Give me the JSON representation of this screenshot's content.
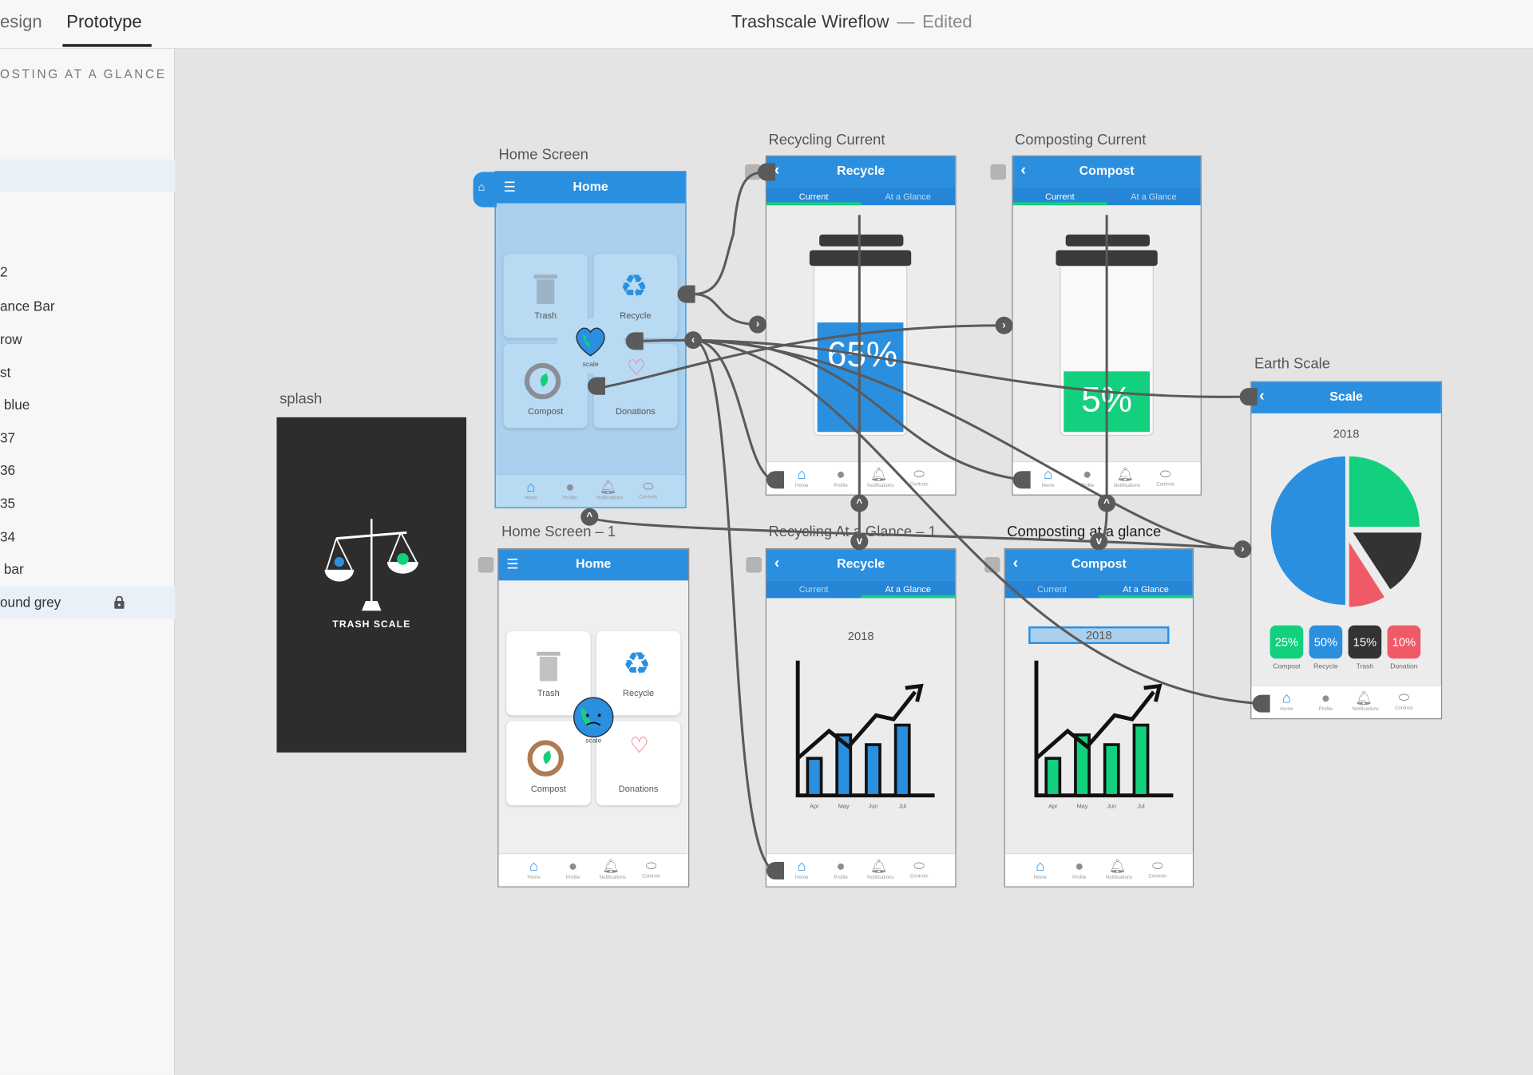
{
  "app": {
    "tabs": [
      {
        "label": "esign"
      },
      {
        "label": "Prototype"
      }
    ],
    "document_title": "Trashscale Wireflow",
    "separator": "—",
    "status": "Edited"
  },
  "sidebar": {
    "heading": "OSTING AT A GLANCE",
    "layers": [
      {
        "label": "2"
      },
      {
        "label": "ance Bar"
      },
      {
        "label": "row"
      },
      {
        "label": "st"
      },
      {
        "label": "blue"
      },
      {
        "label": "37"
      },
      {
        "label": "36"
      },
      {
        "label": "35"
      },
      {
        "label": "34"
      },
      {
        "label": "bar"
      },
      {
        "label": "ound grey"
      }
    ]
  },
  "artboards": {
    "splash": {
      "label": "splash",
      "brand": "TRASH SCALE"
    },
    "home": {
      "label": "Home Screen",
      "title": "Home",
      "tiles": {
        "trash": "Trash",
        "recycle": "Recycle",
        "scale": "scale",
        "compost": "Compost",
        "donations": "Donations"
      }
    },
    "home1": {
      "label": "Home Screen – 1",
      "title": "Home",
      "tiles": {
        "trash": "Trash",
        "recycle": "Recycle",
        "scale": "scale",
        "compost": "Compost",
        "donations": "Donations"
      }
    },
    "recycling_current": {
      "label": "Recycling Current",
      "title": "Recycle",
      "tab_current": "Current",
      "tab_glance": "At a Glance",
      "fill_percent": "65%"
    },
    "composting_current": {
      "label": "Composting Current",
      "title": "Compost",
      "tab_current": "Current",
      "tab_glance": "At a Glance",
      "fill_percent": "5%"
    },
    "recycling_glance": {
      "label": "Recycling At a Glance – 1",
      "title": "Recycle",
      "tab_current": "Current",
      "tab_glance": "At a Glance",
      "year": "2018",
      "months": [
        "Apr",
        "May",
        "Jun",
        "Jul"
      ]
    },
    "composting_glance": {
      "label": "Composting at a glance",
      "title": "Compost",
      "tab_current": "Current",
      "tab_glance": "At a Glance",
      "year": "2018",
      "months": [
        "Apr",
        "May",
        "Jun",
        "Jul"
      ]
    },
    "earth_scale": {
      "label": "Earth Scale",
      "title": "Scale",
      "year": "2018",
      "stats": [
        {
          "value": "25%",
          "label": "Compost",
          "color": "#13d07e"
        },
        {
          "value": "50%",
          "label": "Recycle",
          "color": "#2b8fe0"
        },
        {
          "value": "15%",
          "label": "Trash",
          "color": "#333333"
        },
        {
          "value": "10%",
          "label": "Donation",
          "color": "#f05a67"
        }
      ]
    }
  },
  "bottom_nav": [
    "Home",
    "Profile",
    "Notifications",
    "Controls"
  ],
  "colors": {
    "accent_blue": "#2b8fe0",
    "green": "#13d07e",
    "dark": "#333333",
    "pink": "#f05a67",
    "wire": "#5a5a5a"
  }
}
